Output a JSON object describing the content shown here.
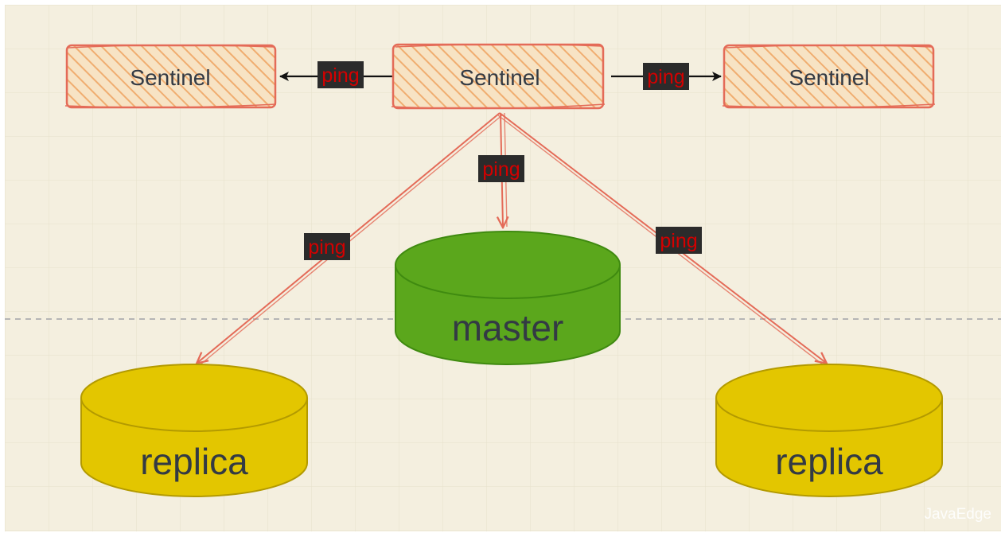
{
  "diagram": {
    "nodes": {
      "sentinel_left": "Sentinel",
      "sentinel_center": "Sentinel",
      "sentinel_right": "Sentinel",
      "master": "master",
      "replica_left": "replica",
      "replica_right": "replica"
    },
    "edges": [
      {
        "from": "sentinel_center",
        "to": "sentinel_left",
        "label": "ping"
      },
      {
        "from": "sentinel_center",
        "to": "sentinel_right",
        "label": "ping"
      },
      {
        "from": "sentinel_center",
        "to": "master",
        "label": "ping"
      },
      {
        "from": "sentinel_center",
        "to": "replica_left",
        "label": "ping"
      },
      {
        "from": "sentinel_center",
        "to": "replica_right",
        "label": "ping"
      }
    ],
    "watermark": "JavaEdge",
    "colors": {
      "background": "#f4efdf",
      "grid": "#e6e0cb",
      "sentinel_fill": "#f2b47c",
      "sentinel_stroke": "#e46b58",
      "master_fill": "#5ba71c",
      "master_stroke": "#3f8a10",
      "replica_fill": "#e3c600",
      "replica_stroke": "#b39a00",
      "edge_red": "#e46b58",
      "edge_black": "#111111",
      "ping_bg": "#2b2b2b",
      "ping_text": "#d40000",
      "node_text": "#333a44"
    }
  }
}
